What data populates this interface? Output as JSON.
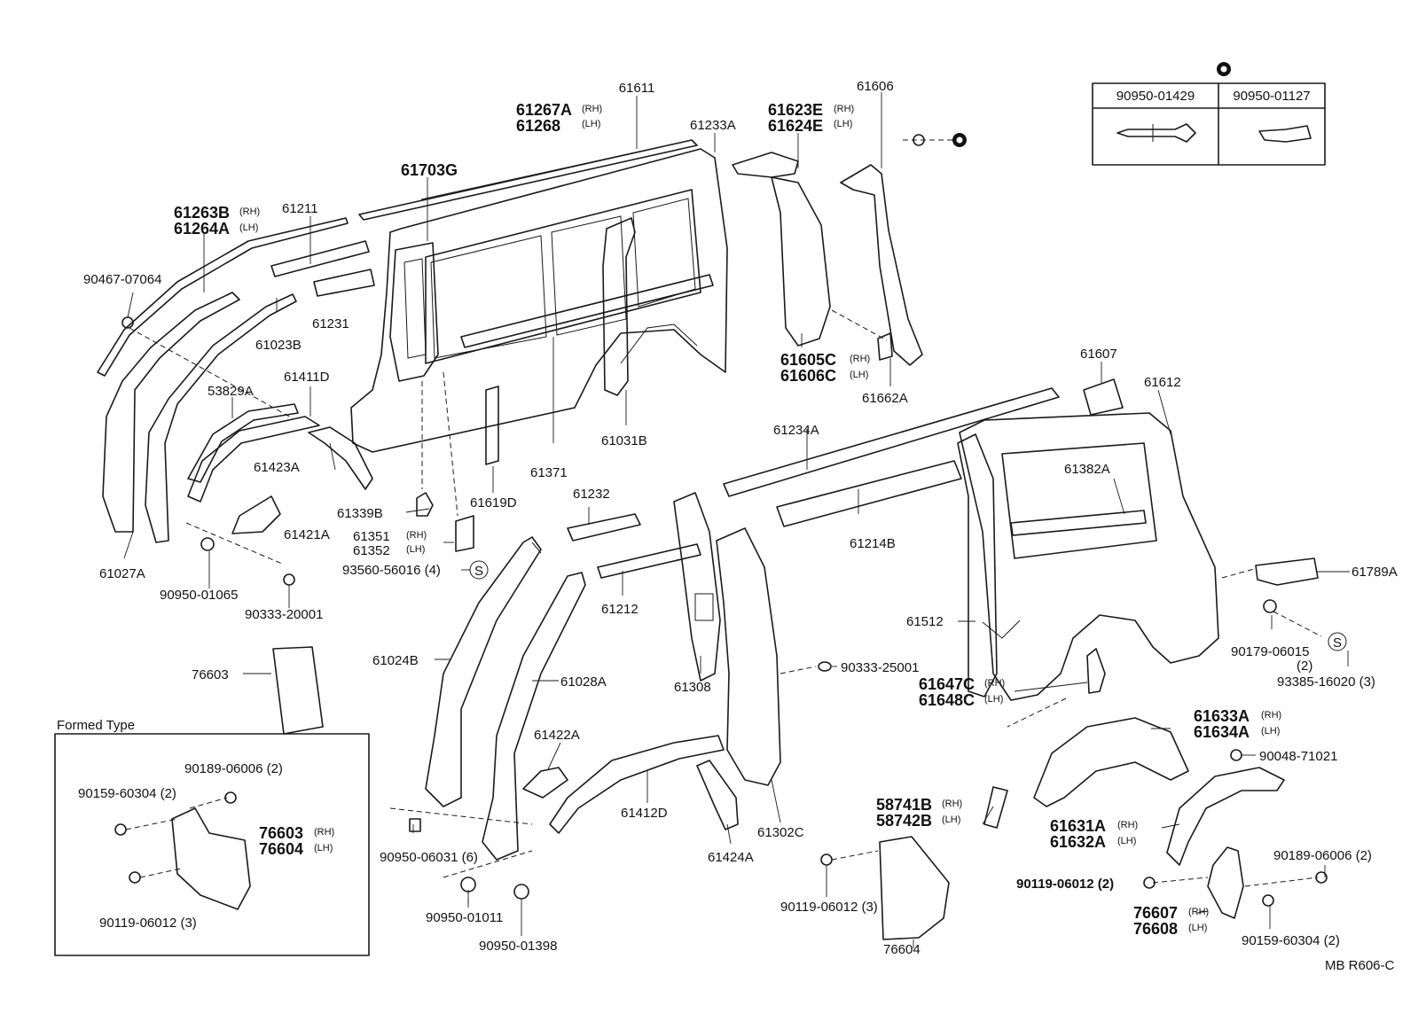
{
  "diagram_code": "MB R606-C",
  "legend_table": {
    "symbol": "◎",
    "col1": "90950-01429",
    "col2": "90950-01127"
  },
  "inset": {
    "title": "Formed Type"
  },
  "labels": {
    "p61611": "61611",
    "p61267a": "61267A",
    "p61267a_side": "(RH)",
    "p61268": "61268",
    "p61268_side": "(LH)",
    "p61233a": "61233A",
    "p61623e": "61623E",
    "p61623e_side": "(RH)",
    "p61624e": "61624E",
    "p61624e_side": "(LH)",
    "p61606": "61606",
    "p61703g": "61703G",
    "p61263b": "61263B",
    "p61263b_side": "(RH)",
    "p61264a": "61264A",
    "p61264a_side": "(LH)",
    "p61211": "61211",
    "p90467": "90467-07064",
    "p61231": "61231",
    "p61023b": "61023B",
    "p53829a": "53829A",
    "p61411d": "61411D",
    "p61423a": "61423A",
    "p61027a": "61027A",
    "p61421a": "61421A",
    "p90950_01065": "90950-01065",
    "p90333_20001": "90333-20001",
    "p61339b": "61339B",
    "p61351": "61351",
    "p61351_side": "(RH)",
    "p61352": "61352",
    "p61352_side": "(LH)",
    "p93560": "93560-56016 (4)",
    "p61371": "61371",
    "p61619d": "61619D",
    "p61031b": "61031B",
    "p61605c": "61605C",
    "p61605c_side": "(RH)",
    "p61606c": "61606C",
    "p61606c_side": "(LH)",
    "p61662a": "61662A",
    "p61607": "61607",
    "p61612": "61612",
    "p61234a": "61234A",
    "p61382a": "61382A",
    "p61214b": "61214B",
    "p61232": "61232",
    "p61212": "61212",
    "p61789a": "61789A",
    "p90179": "90179-06015",
    "p90179_qty": "(2)",
    "p93385": "93385-16020 (3)",
    "p61512": "61512",
    "p90333_25001": "90333-25001",
    "p61647c": "61647C",
    "p61647c_side": "(RH)",
    "p61648c": "61648C",
    "p61648c_side": "(LH)",
    "p76603": "76603",
    "p61024b": "61024B",
    "p61028a": "61028A",
    "p61308": "61308",
    "p61422a": "61422A",
    "p61412d": "61412D",
    "p61424a": "61424A",
    "p61302c": "61302C",
    "p90950_06031": "90950-06031 (6)",
    "p90950_01011": "90950-01011",
    "p90950_01398": "90950-01398",
    "p58741b": "58741B",
    "p58741b_side": "(RH)",
    "p58742b": "58742B",
    "p58742b_side": "(LH)",
    "p90119_c": "90119-06012 (3)",
    "p76604_c": "76604",
    "p61633a": "61633A",
    "p61633a_side": "(RH)",
    "p61634a": "61634A",
    "p61634a_side": "(LH)",
    "p90048": "90048-71021",
    "p61631a": "61631A",
    "p61631a_side": "(RH)",
    "p61632a": "61632A",
    "p61632a_side": "(LH)",
    "p90189_r": "90189-06006 (2)",
    "p90119_r": "90119-06012 (2)",
    "p76607": "76607",
    "p76607_side": "(RH)",
    "p76608": "76608",
    "p76608_side": "(LH)",
    "p90159_r": "90159-60304 (2)",
    "i90189": "90189-06006 (2)",
    "i90159": "90159-60304 (2)",
    "i76603": "76603",
    "i76603_side": "(RH)",
    "i76604": "76604",
    "i76604_side": "(LH)",
    "i90119": "90119-06012 (3)"
  },
  "symbols": {
    "s_circle": "S"
  }
}
